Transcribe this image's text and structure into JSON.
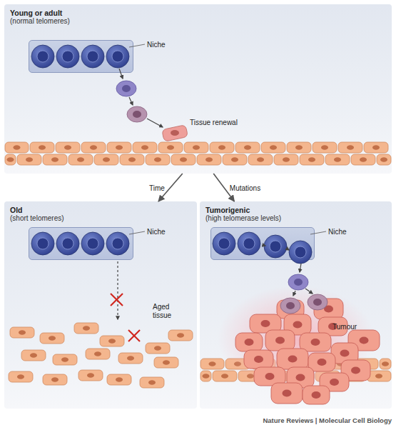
{
  "diagram": {
    "nodes": [
      {
        "text": [
          "Young or adult",
          "(normal telomeres)"
        ]
      },
      {
        "text": [
          "Niche"
        ],
        "in": 0
      },
      {
        "text": [
          "Old",
          "(short telomeres)"
        ]
      },
      {
        "text": [
          "Niche"
        ],
        "in": 2
      },
      {
        "text": [
          "Tumorigenic",
          "(high telomerase levels)"
        ]
      },
      {
        "text": [
          "Niche"
        ],
        "in": 4
      }
    ],
    "edges": [
      {
        "from": 0,
        "to": 2,
        "label": "Time",
        "arrow": "to"
      },
      {
        "from": 0,
        "to": 4,
        "label": "Mutations",
        "arrow": "to"
      }
    ],
    "labels": [
      "Tissue renewal",
      "Aged tissue",
      "Tumour",
      "Nature Reviews | Molecular Cell Biology"
    ]
  }
}
